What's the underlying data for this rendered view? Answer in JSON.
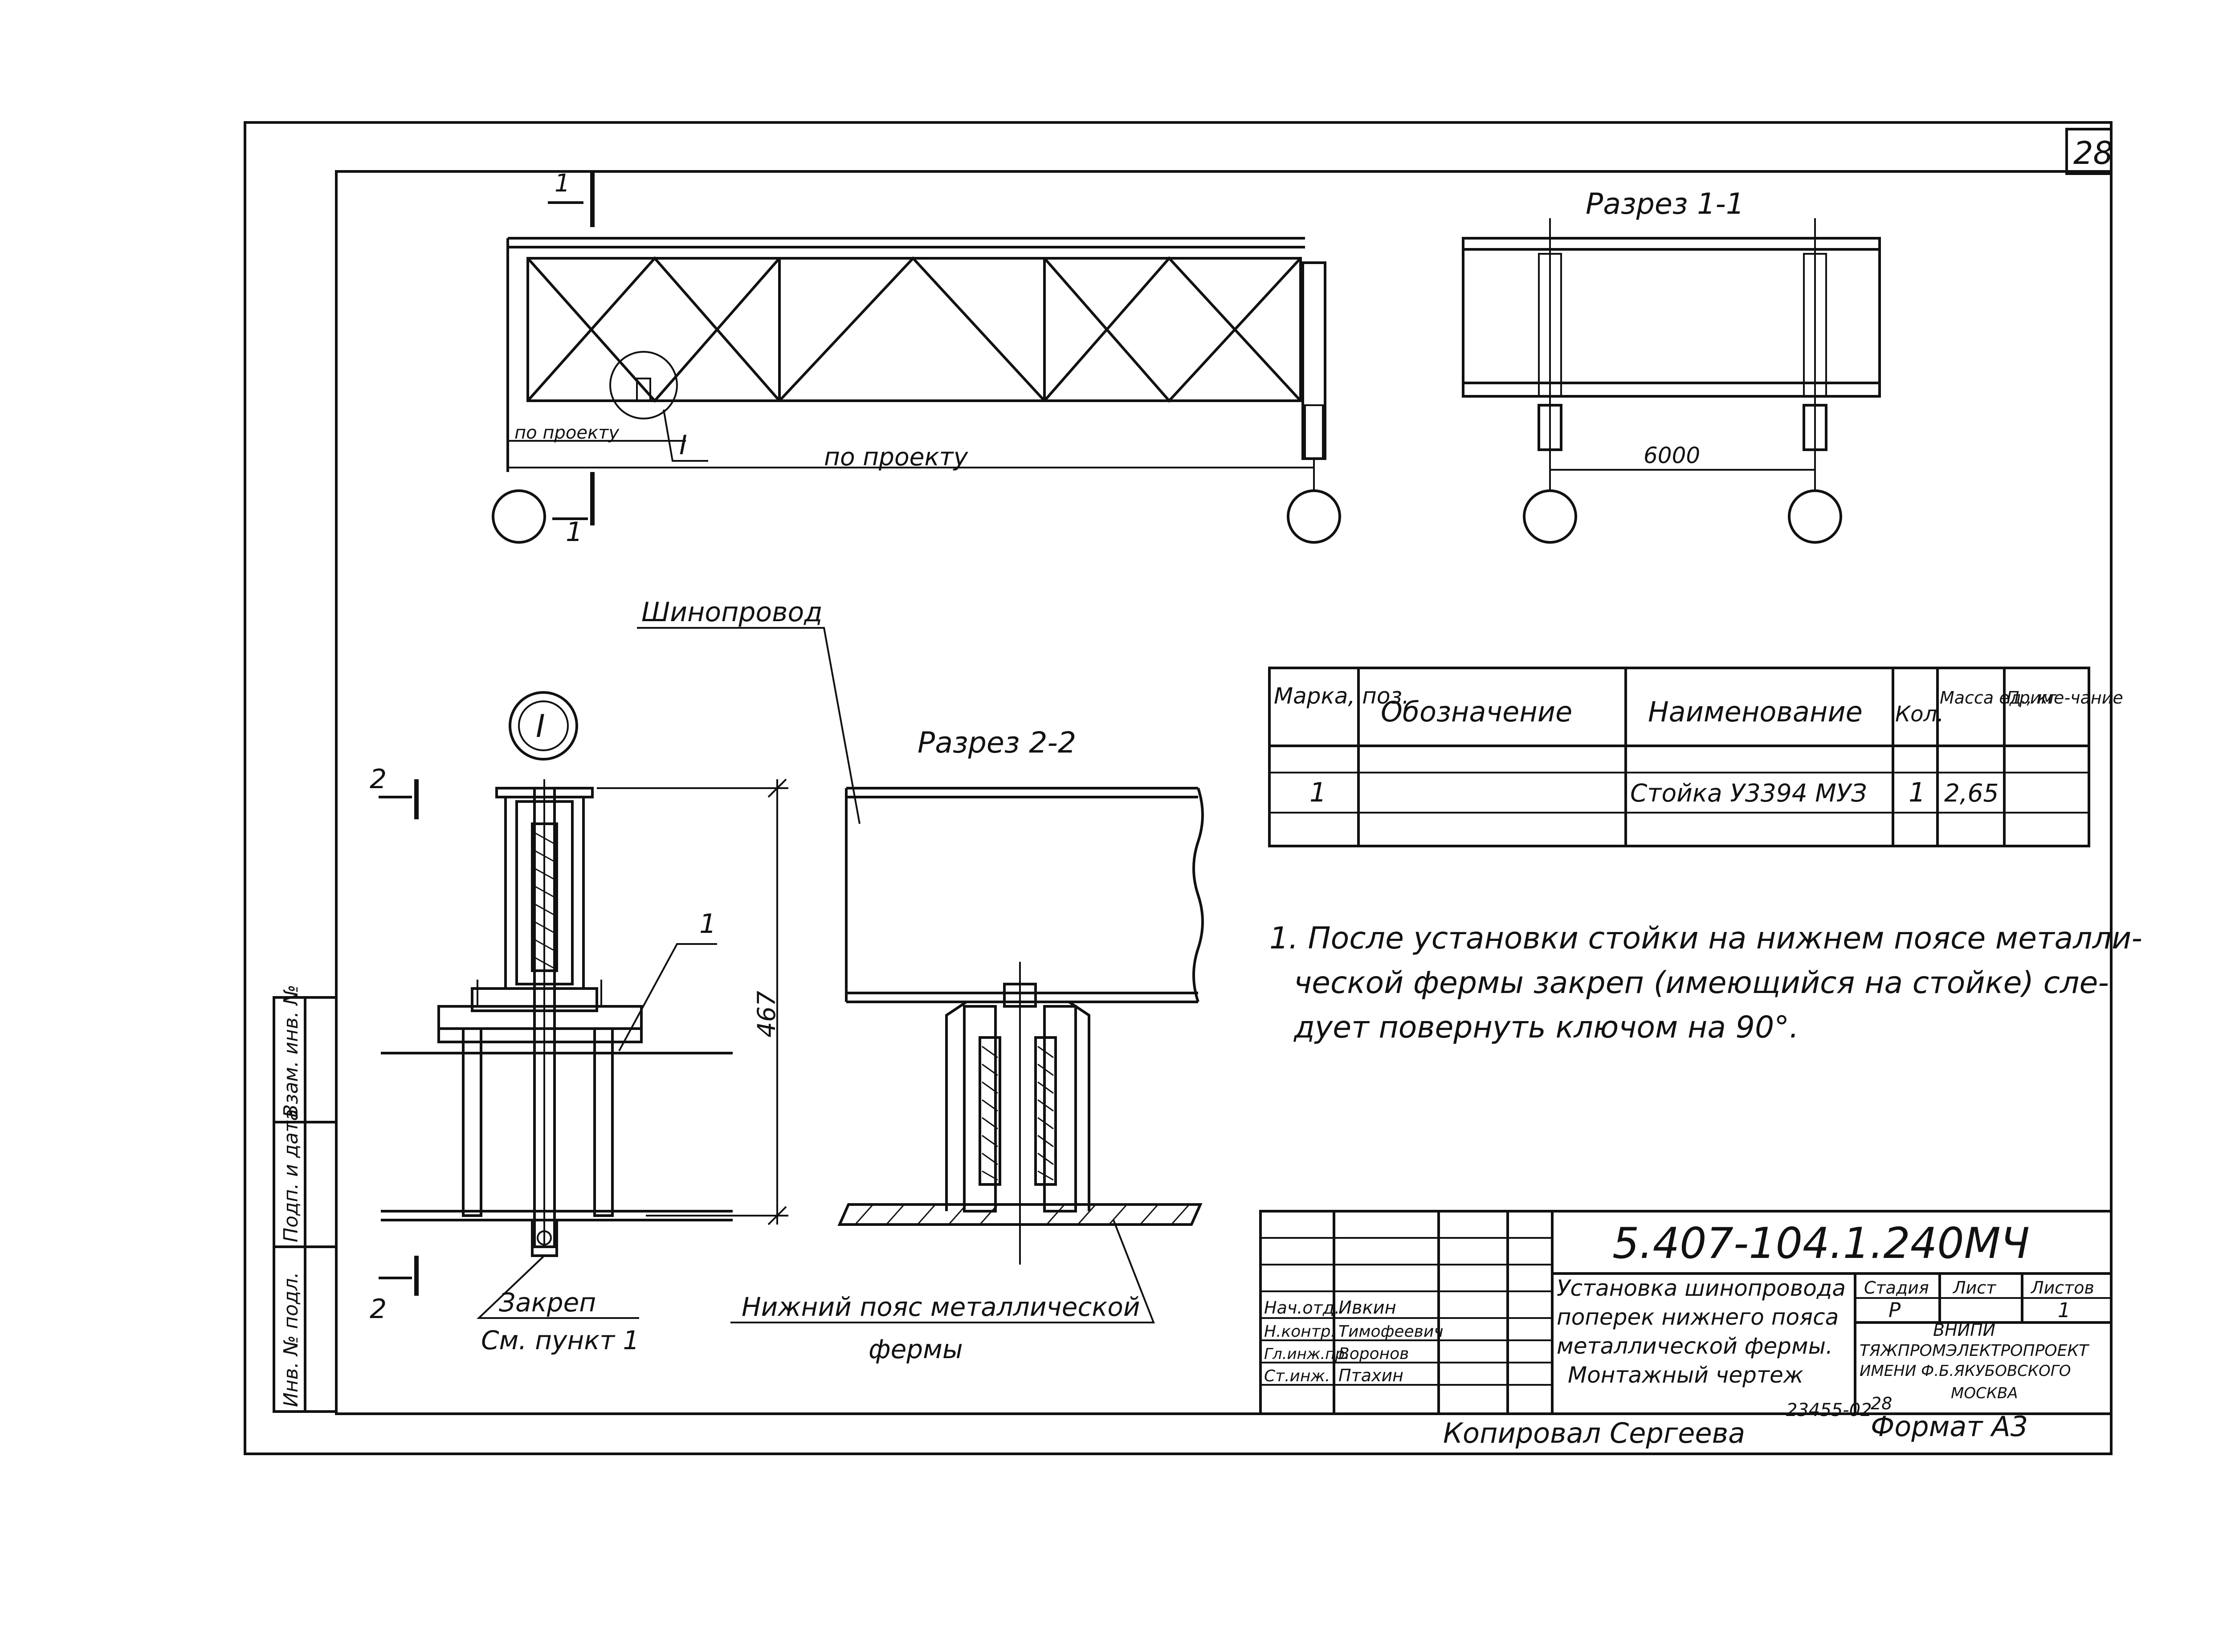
{
  "sheet": {
    "page_number": "28",
    "copied_by": "Копировал Сергеева",
    "format": "Формат А3",
    "archive_no": "23455-02",
    "archive_mark": "28"
  },
  "views": {
    "elevation": {
      "cut_mark": "1",
      "callout": "I",
      "dim_small": "по проекту",
      "dim_overall": "по проекту"
    },
    "section_1_1": {
      "title": "Разрез 1-1",
      "span": "6000"
    },
    "detail_I": {
      "mark": "I",
      "cut_top": "2",
      "cut_bottom": "2",
      "height_dim": "467",
      "leader_pos": "1",
      "label_clamp_1": "Закреп",
      "label_clamp_2": "См. пункт 1"
    },
    "section_2_2": {
      "title": "Разрез 2-2",
      "busbar_label": "Шинопровод",
      "chord_label_1": "Нижний пояс металлической",
      "chord_label_2": "фермы"
    }
  },
  "spec_table": {
    "headers": [
      "Марка, поз.",
      "Обозначение",
      "Наименование",
      "Кол.",
      "Масса ед., кг",
      "Приме-чание"
    ],
    "rows": [
      [
        "",
        "",
        "",
        "",
        "",
        ""
      ],
      [
        "1",
        "",
        "Стойка У3394 МУЗ",
        "1",
        "2,65",
        ""
      ],
      [
        "",
        "",
        "",
        "",
        "",
        ""
      ]
    ]
  },
  "note": {
    "line1": "1. После установки стойки на нижнем поясе металли-",
    "line2": "ческой фермы закреп (имеющийся на стойке) сле-",
    "line3": "дует повернуть ключом на 90°."
  },
  "title_block": {
    "code": "5.407-104.1.240МЧ",
    "title_1": "Установка шинопровода",
    "title_2": "поперек нижнего пояса",
    "title_3": "металлической фермы.",
    "title_4": "Монтажный чертеж",
    "stage_header": "Стадия",
    "sheet_header": "Лист",
    "sheets_header": "Листов",
    "stage": "Р",
    "sheet": "",
    "sheets": "1",
    "org_1": "ВНИПИ",
    "org_2": "ТЯЖПРОМЭЛЕКТРОПРОЕКТ",
    "org_3": "ИМЕНИ Ф.Б.ЯКУБОВСКОГО",
    "org_4": "МОСКВА",
    "signatures": [
      {
        "role": "Нач.отд.",
        "name": "Ивкин"
      },
      {
        "role": "Н.контр.",
        "name": "Тимофеевич"
      },
      {
        "role": "Гл.инж.пр.",
        "name": "Воронов"
      },
      {
        "role": "Ст.инж.",
        "name": "Птахин"
      }
    ]
  },
  "side_stamp": {
    "field_1": "Инв. № подл.",
    "field_2": "Подп. и дата",
    "field_3": "Взам. инв. №"
  }
}
